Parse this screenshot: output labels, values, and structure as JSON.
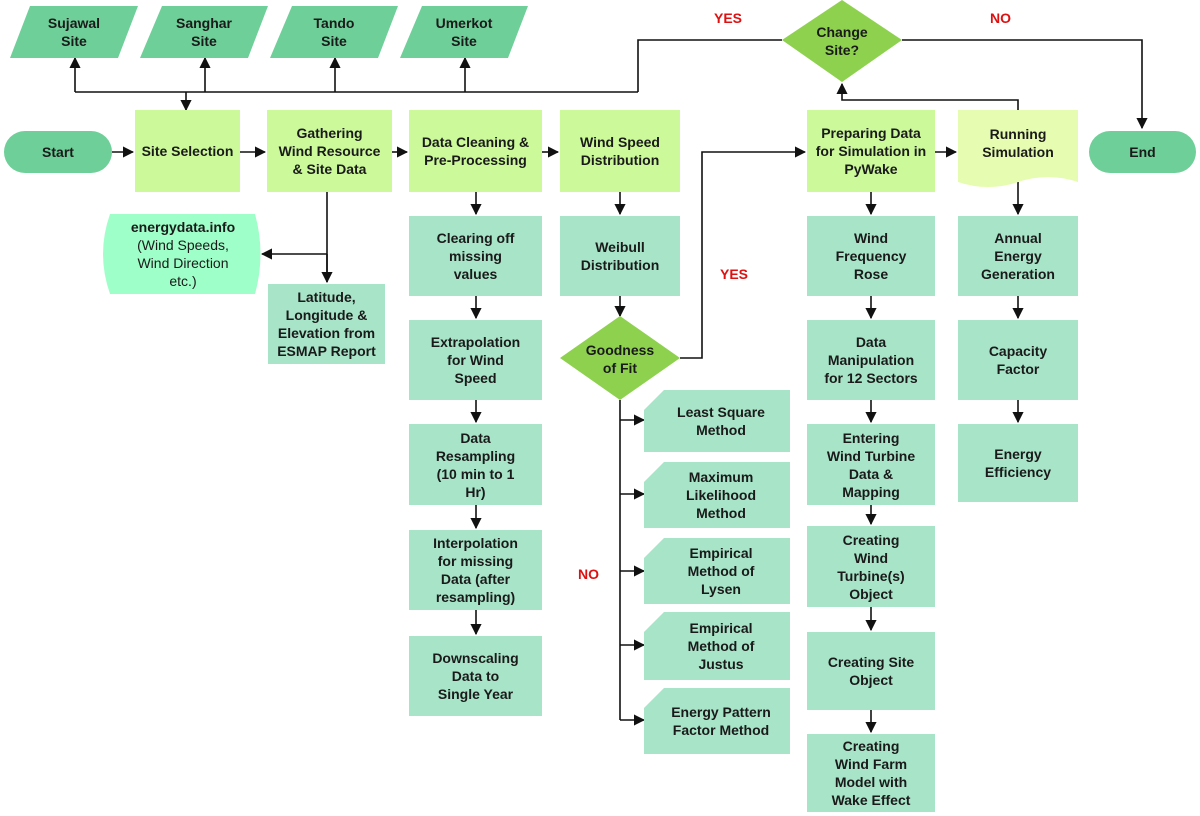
{
  "sites": [
    "Sujawal\nSite",
    "Sanghar\nSite",
    "Tando\nSite",
    "Umerkot\nSite"
  ],
  "decision_change_site": "Change\nSite?",
  "decision_goodness": "Goodness\nof Fit",
  "labels": {
    "yes_top": "YES",
    "no_top": "NO",
    "yes_mid": "YES",
    "no_mid": "NO"
  },
  "main_flow": {
    "start": "Start",
    "site_selection": "Site Selection",
    "gathering": "Gathering\nWind Resource\n& Site Data",
    "cleaning": "Data Cleaning &\nPre-Processing",
    "wind_speed_dist": "Wind Speed\nDistribution",
    "preparing": "Preparing Data\nfor Simulation in\nPyWake",
    "running": "Running\nSimulation",
    "end": "End"
  },
  "gathering_sources": {
    "energydata": "(Wind Speeds,\nWind Direction\netc.)",
    "energydata_title": "energydata.info",
    "lat_long": "Latitude,\nLongitude &\nElevation from\nESMAP Report"
  },
  "cleaning_steps": [
    "Clearing off\nmissing\nvalues",
    "Extrapolation\nfor Wind\nSpeed",
    "Data\nResampling\n(10 min to 1\nHr)",
    "Interpolation\nfor missing\nData (after\nresampling)",
    "Downscaling\nData to\nSingle Year"
  ],
  "weibull": "Weibull\nDistribution",
  "fit_methods": [
    "Least Square\nMethod",
    "Maximum\nLikelihood\nMethod",
    "Empirical\nMethod of\nLysen",
    "Empirical\nMethod of\nJustus",
    "Energy Pattern\nFactor Method"
  ],
  "pywake_steps": [
    "Wind\nFrequency\nRose",
    "Data\nManipulation\nfor 12 Sectors",
    "Entering\nWind Turbine\nData &\nMapping",
    "Creating\nWind\nTurbine(s)\nObject",
    "Creating Site\nObject",
    "Creating\nWind Farm\nModel with\nWake Effect"
  ],
  "results": [
    "Annual\nEnergy\nGeneration",
    "Capacity\nFactor",
    "Energy\nEfficiency"
  ],
  "colors": {
    "lime": "#ccf99a",
    "mint": "#a8e4c8",
    "green": "#6ecf98",
    "diamond": "#8ed14f",
    "red": "#e01010",
    "cloud": "#9fffc8"
  }
}
